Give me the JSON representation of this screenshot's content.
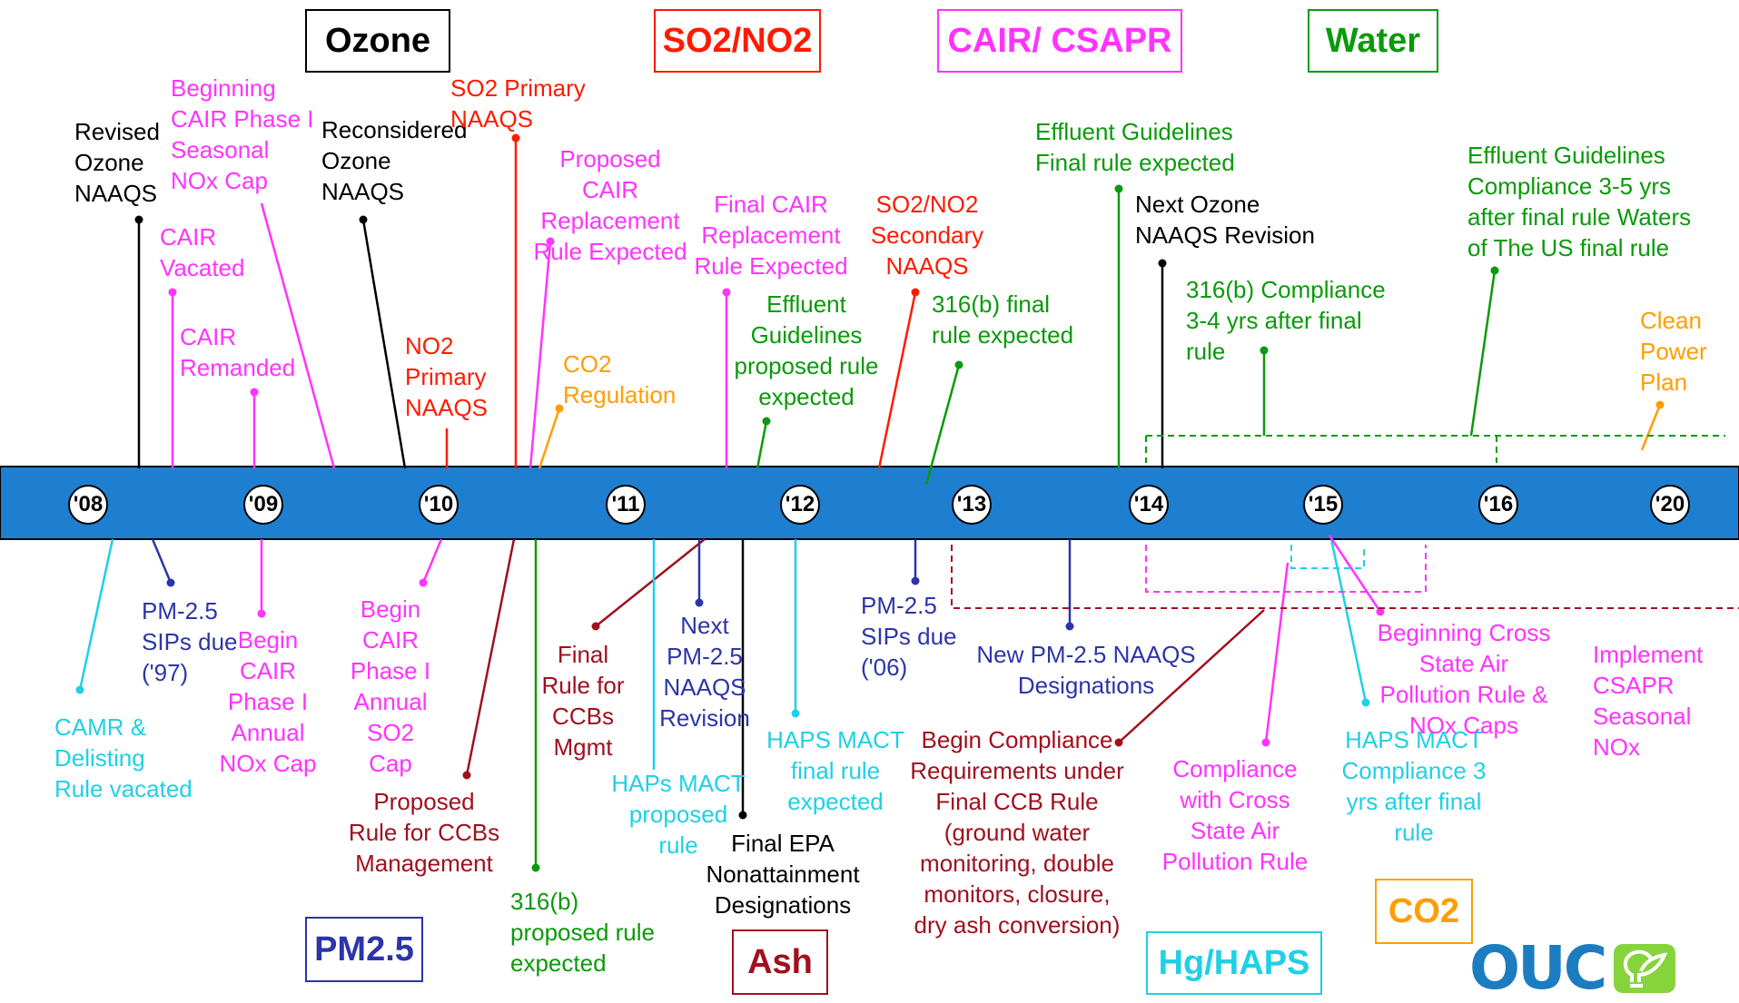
{
  "colors": {
    "bar": "#1e7fd0",
    "black": "#000000",
    "red": "#ff1a00",
    "magenta": "#ff33ff",
    "green": "#0a9a0a",
    "orange": "#ff9e00",
    "cyan": "#1fd0e6",
    "navy": "#2c35a8",
    "darkred": "#a0101e",
    "blue": "#1a3ed6",
    "lime": "#86d43c"
  },
  "categories": {
    "ozone": "Ozone",
    "so2no2": "SO2/NO2",
    "cair": "CAIR/ CSAPR",
    "water": "Water",
    "pm25": "PM2.5",
    "ash": "Ash",
    "hghaps": "Hg/HAPS",
    "co2": "CO2"
  },
  "years": [
    "'08",
    "'09",
    "'10",
    "'11",
    "'12",
    "'13",
    "'14",
    "'15",
    "'16",
    "'20"
  ],
  "events": {
    "revised_ozone": "Revised Ozone NAAQS",
    "beginning_cair_seasonal": "Beginning CAIR Phase I Seasonal NOx Cap",
    "cair_vacated": "CAIR Vacated",
    "cair_remanded": "CAIR Remanded",
    "reconsidered_ozone": "Reconsidered Ozone NAAQS",
    "so2_primary": "SO2 Primary NAAQS",
    "no2_primary": "NO2 Primary NAAQS",
    "proposed_cair_replacement": "Proposed CAIR Replacement Rule Expected",
    "co2_regulation": "CO2 Regulation",
    "final_cair_replacement": "Final CAIR Replacement Rule Expected",
    "effluent_proposed": "Effluent Guidelines proposed rule expected",
    "so2no2_secondary": "SO2/NO2 Secondary NAAQS",
    "b316_final": "316(b) final rule expected",
    "effluent_final": "Effluent Guidelines Final rule expected",
    "next_ozone": "Next Ozone NAAQS Revision",
    "b316_compliance": "316(b) Compliance 3-4 yrs after final rule",
    "effluent_compliance": "Effluent Guidelines Compliance 3-5 yrs after final rule Waters of The US final rule",
    "clean_power_plan": "Clean Power Plan",
    "camr_delisting": "CAMR & Delisting Rule vacated",
    "pm25_sips_97": "PM-2.5 SIPs due ('97)",
    "begin_cair_annual_nox": "Begin CAIR Phase I Annual NOx Cap",
    "begin_cair_annual_so2": "Begin CAIR Phase I Annual SO2 Cap",
    "proposed_ccb": "Proposed Rule for CCBs Management",
    "b316_proposed": "316(b) proposed rule expected",
    "final_ccb": "Final Rule for CCBs Mgmt",
    "haps_mact_proposed": "HAPs MACT proposed rule",
    "next_pm25": "Next PM-2.5 NAAQS Revision",
    "final_epa_nonattainment": "Final EPA Nonattainment Designations",
    "haps_mact_final": "HAPS MACT final rule expected",
    "pm25_sips_06": "PM-2.5 SIPs due ('06)",
    "new_pm25_designations": "New PM-2.5 NAAQS Designations",
    "begin_ccb_compliance": "Begin Compliance Requirements under Final CCB Rule (ground water monitoring, double monitors, closure, dry ash conversion)",
    "compliance_csapr": "Compliance with Cross State Air Pollution Rule",
    "haps_mact_compliance": "HAPS MACT Compliance 3 yrs after final rule",
    "beginning_csapr": "Beginning Cross State Air Pollution Rule & NOx Caps",
    "implement_csapr": "Implement CSAPR Seasonal NOx"
  },
  "logo": {
    "text": "OUC"
  }
}
